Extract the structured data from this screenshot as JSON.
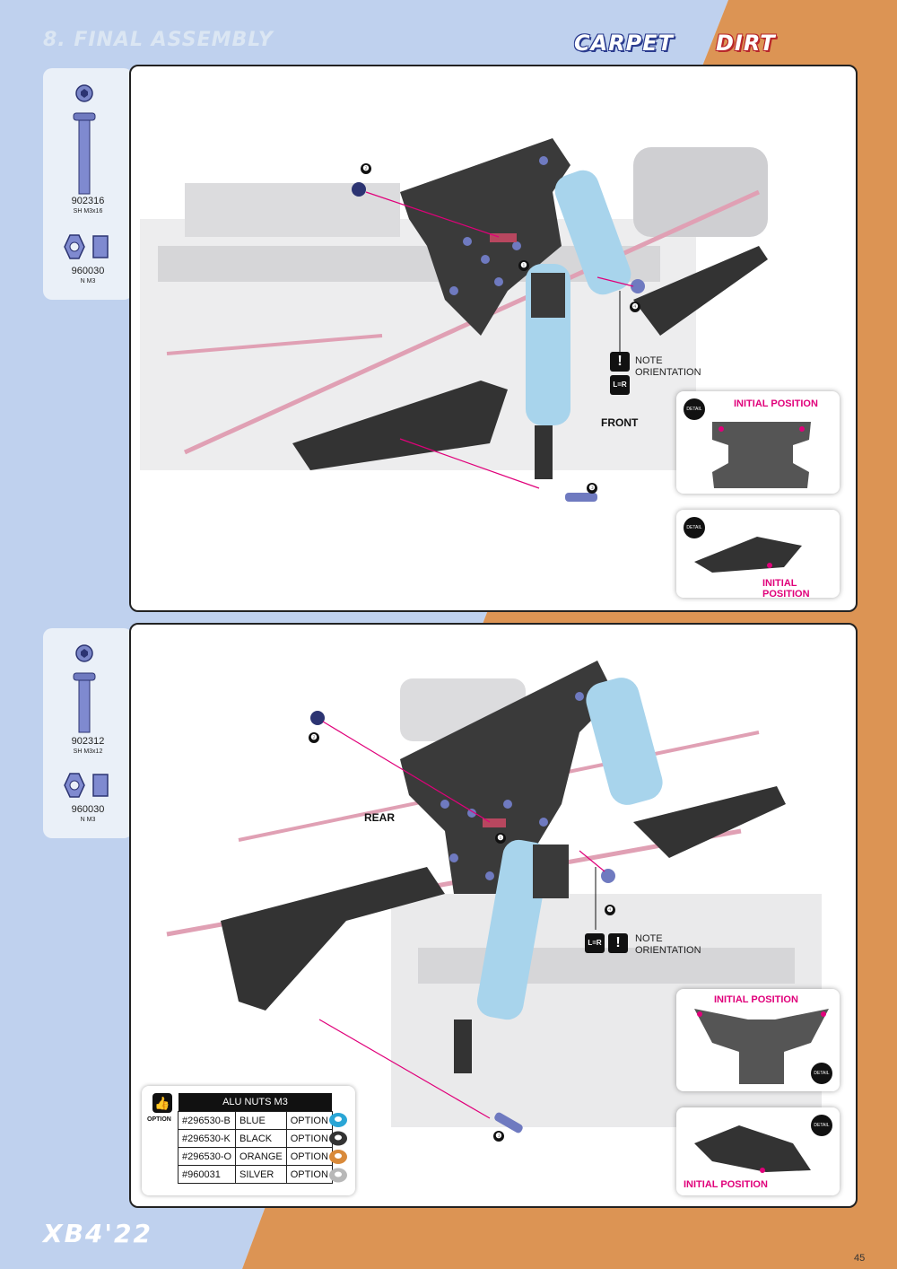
{
  "header": {
    "section_title": "8. FINAL ASSEMBLY",
    "surface_labels": [
      "CARPET",
      "DIRT"
    ]
  },
  "steps": [
    {
      "parts": [
        {
          "code": "902316",
          "desc": "SH M3x16"
        },
        {
          "code": "960030",
          "desc": "N M3"
        }
      ],
      "callouts": [
        "❷",
        "❶",
        "❸",
        "❹"
      ],
      "note": [
        "NOTE",
        "ORIENTATION"
      ],
      "direction": "FRONT",
      "lr_badge": "L=R",
      "details": [
        {
          "label": "INITIAL POSITION",
          "icon_text": "DETAIL"
        },
        {
          "label": "INITIAL POSITION",
          "icon_text": "DETAIL"
        }
      ]
    },
    {
      "parts": [
        {
          "code": "902312",
          "desc": "SH M3x12"
        },
        {
          "code": "960030",
          "desc": "N M3"
        }
      ],
      "callouts": [
        "❷",
        "❶",
        "❸",
        "❹"
      ],
      "note": [
        "NOTE",
        "ORIENTATION"
      ],
      "direction": "REAR",
      "lr_badge": "L=R",
      "details": [
        {
          "label": "INITIAL POSITION",
          "icon_text": "DETAIL"
        },
        {
          "label": "INITIAL POSITION",
          "icon_text": "DETAIL"
        }
      ],
      "option": {
        "label": "OPTION",
        "table_title": "ALU NUTS M3",
        "rows": [
          [
            "#296530-B",
            "BLUE",
            "OPTION"
          ],
          [
            "#296530-K",
            "BLACK",
            "OPTION"
          ],
          [
            "#296530-O",
            "ORANGE",
            "OPTION"
          ],
          [
            "#960031",
            "SILVER",
            "OPTION"
          ]
        ],
        "nut_colors": [
          "#2aa6d6",
          "#333333",
          "#d98a3a",
          "#b8b8b8"
        ]
      }
    }
  ],
  "footer": {
    "model": "XB4'22",
    "page_number": "45"
  },
  "colors": {
    "blue_bg": "#bfd1ee",
    "orange_bg": "#dc9454",
    "accent": "#e0007a"
  }
}
